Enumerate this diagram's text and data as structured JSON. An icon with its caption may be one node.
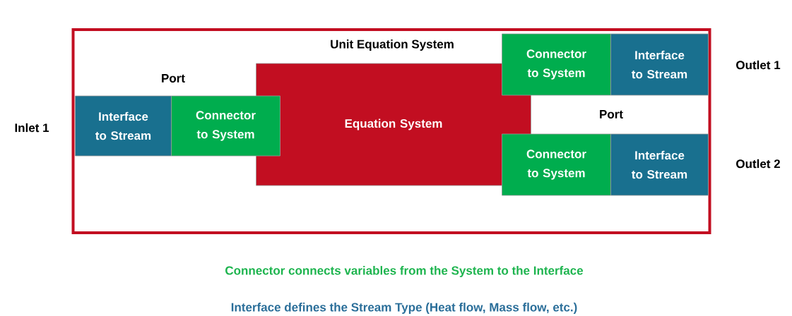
{
  "diagram": {
    "nodes": [
      {
        "text": [
          "Unit Equation System"
        ]
      },
      {
        "text": [
          "Interface to Stream"
        ],
        "in": 0
      },
      {
        "text": [
          "Connector to System"
        ],
        "in": 0
      },
      {
        "text": [
          "Equation System"
        ],
        "in": 0
      },
      {
        "text": [
          "Connector to System"
        ],
        "in": 0
      },
      {
        "text": [
          "Interface to Stream"
        ],
        "in": 0
      },
      {
        "text": [
          "Connector to System"
        ],
        "in": 0
      },
      {
        "text": [
          "Interface to Stream"
        ],
        "in": 0
      }
    ],
    "labels": [
      "Port",
      "Outlet 1",
      "Inlet 1",
      "Port",
      "Outlet 2",
      "Connector connects variables from the System to the Interface",
      "Interface defines the Stream Type (Heat flow, Mass flow, etc.)"
    ]
  }
}
